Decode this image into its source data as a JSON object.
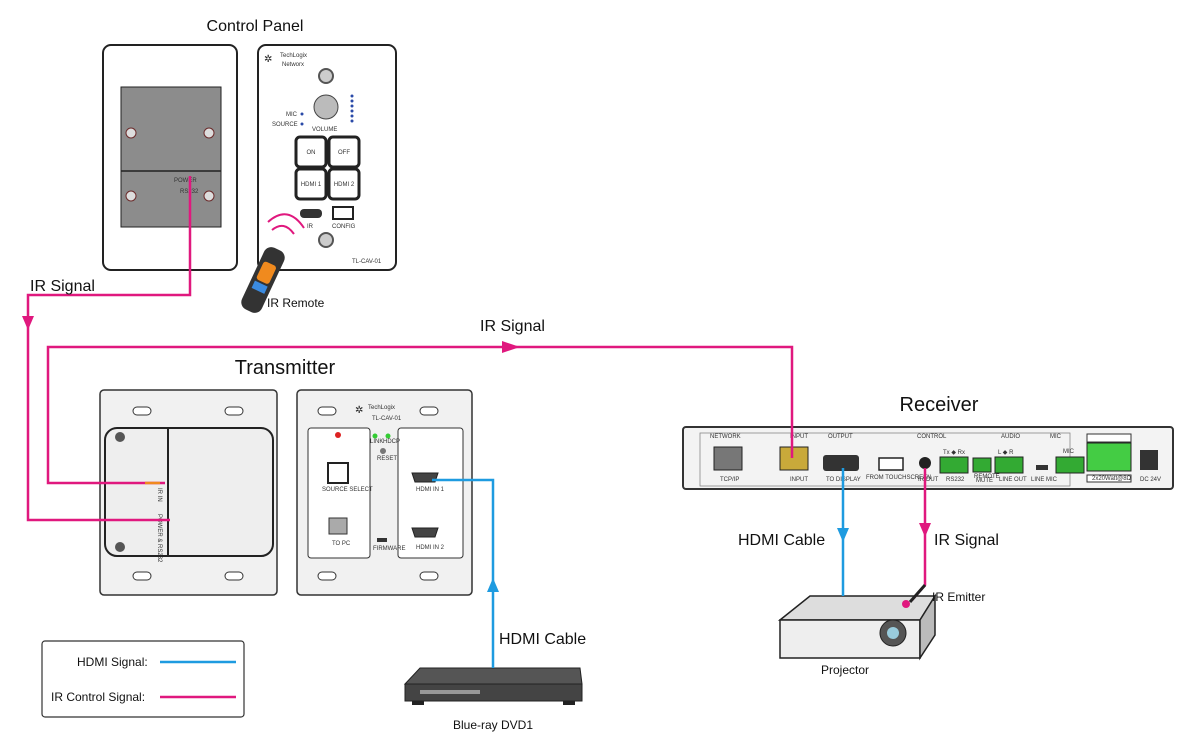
{
  "colors": {
    "hdmi": "#1e9be0",
    "ir": "#e0187e"
  },
  "titles": {
    "control_panel": "Control Panel",
    "transmitter": "Transmitter",
    "receiver": "Receiver"
  },
  "labels": {
    "ir_signal_left": "IR Signal",
    "ir_signal_top": "IR Signal",
    "ir_signal_receiver": "IR Signal",
    "ir_remote": "IR Remote",
    "hdmi_cable_tx": "HDMI Cable",
    "hdmi_cable_rx": "HDMI Cable",
    "ir_emitter": "IR Emitter",
    "projector": "Projector",
    "dvd": "Blue-ray DVD1"
  },
  "legend": {
    "hdmi": "HDMI Signal:",
    "ir": "IR  Control Signal:"
  },
  "control_panel": {
    "brand": "TechLogix",
    "brand_sub": "Networx",
    "mic": "MIC",
    "source": "SOURCE",
    "volume": "VOLUME",
    "buttons": [
      "ON",
      "OFF",
      "HDMI 1",
      "HDMI 2"
    ],
    "ir": "IR",
    "config": "CONFIG",
    "model": "TL-CAV-01",
    "back_power": "POWER",
    "back_rs232": "RS232"
  },
  "transmitter": {
    "brand": "TechLogix",
    "model": "TL-CAV-01",
    "link": "LINK",
    "hdcp": "HDCP",
    "reset": "RESET",
    "source_select": "SOURCE SELECT",
    "to_pc": "TO PC",
    "firmware": "FIRMWARE",
    "hdmi_in_1": "HDMI IN 1",
    "hdmi_in_2": "HDMI IN 2",
    "back_ir": "IR IN",
    "back_power": "POWER & RS232"
  },
  "receiver": {
    "sections": [
      "NETWORK",
      "INPUT",
      "OUTPUT",
      "CONTROL",
      "AUDIO",
      "MIC"
    ],
    "tcpip": "TCP/IP",
    "input": "INPUT",
    "to_display": "TO DISPLAY",
    "from_touchscreen": "FROM TOUCHSCREEN",
    "ir_out": "IR OUT",
    "txrx": "Tx  ◆  Rx",
    "rs232": "RS232",
    "remote_mute": "REMOTE MUTE",
    "lr": "L  ◆  R",
    "line_out": "LINE OUT",
    "line_mic": "LINE  MIC",
    "mic": "MIC",
    "speaker": "2x20Watt@8Ω",
    "dc": "DC 24V"
  }
}
